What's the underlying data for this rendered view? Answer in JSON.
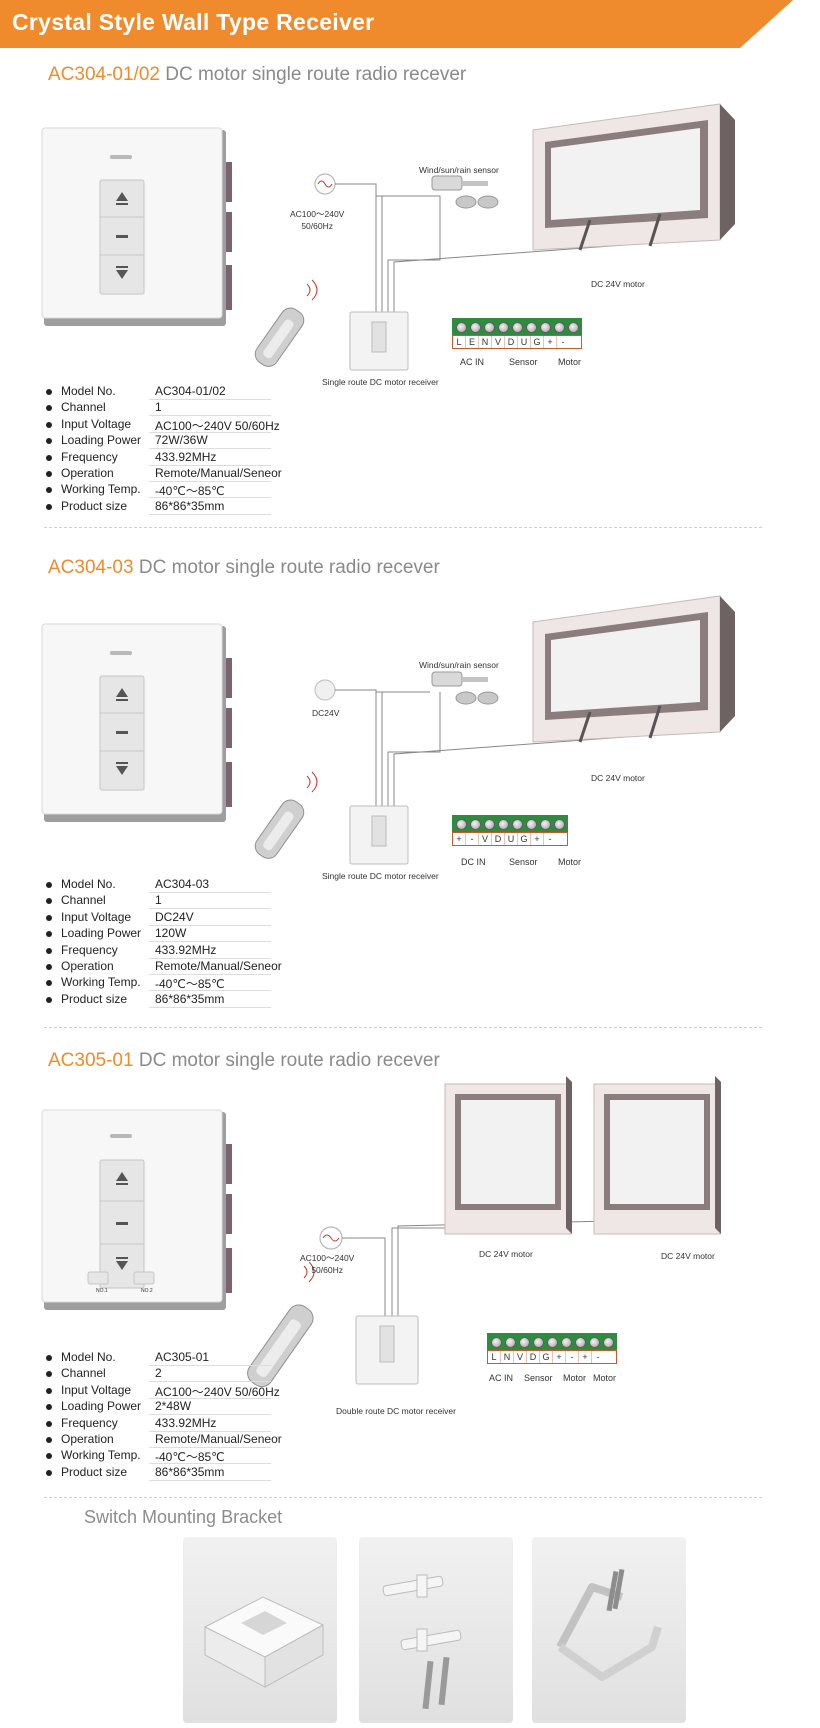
{
  "page_title": "Crystal Style Wall Type Receiver",
  "sections": [
    {
      "code": "AC304-01/02",
      "desc": "DC motor single route radio recever",
      "power_label_1": "AC100～240V",
      "power_label_2": "50/60Hz",
      "sensor_label": "Wind/sun/rain sensor",
      "motor_label": "DC 24V motor",
      "receiver_label": "Single route DC motor receiver",
      "terminals": [
        "L",
        "E",
        "N",
        "V",
        "D",
        "U",
        "G",
        "+",
        "-"
      ],
      "terminal_groups": [
        "AC IN",
        "Sensor",
        "Motor"
      ],
      "specs": [
        {
          "label": "Model No.",
          "value": "AC304-01/02"
        },
        {
          "label": "Channel",
          "value": "1"
        },
        {
          "label": "Input Voltage",
          "value": "AC100～240V 50/60Hz"
        },
        {
          "label": "Loading Power",
          "value": "72W/36W"
        },
        {
          "label": "Frequency",
          "value": "433.92MHz"
        },
        {
          "label": "Operation",
          "value": "Remote/Manual/Seneor"
        },
        {
          "label": "Working Temp.",
          "value": "-40℃～85℃"
        },
        {
          "label": "Product size",
          "value": "86*86*35mm"
        }
      ]
    },
    {
      "code": "AC304-03",
      "desc": "DC motor single route radio recever",
      "power_label_1": "DC24V",
      "sensor_label": "Wind/sun/rain sensor",
      "motor_label": "DC 24V motor",
      "receiver_label": "Single route DC motor receiver",
      "terminals": [
        "+",
        "-",
        "V",
        "D",
        "U",
        "G",
        "+",
        "-"
      ],
      "terminal_groups": [
        "DC IN",
        "Sensor",
        "Motor"
      ],
      "specs": [
        {
          "label": "Model No.",
          "value": "AC304-03"
        },
        {
          "label": "Channel",
          "value": "1"
        },
        {
          "label": "Input Voltage",
          "value": "DC24V"
        },
        {
          "label": "Loading Power",
          "value": "120W"
        },
        {
          "label": "Frequency",
          "value": "433.92MHz"
        },
        {
          "label": "Operation",
          "value": "Remote/Manual/Seneor"
        },
        {
          "label": "Working Temp.",
          "value": "-40℃～85℃"
        },
        {
          "label": "Product size",
          "value": "86*86*35mm"
        }
      ]
    },
    {
      "code": "AC305-01",
      "desc": "DC motor single route radio recever",
      "power_label_1": "AC100～240V",
      "power_label_2": "50/60Hz",
      "motor_label_1": "DC 24V motor",
      "motor_label_2": "DC 24V motor",
      "receiver_label": "Double route DC motor receiver",
      "switch_btn_1": "NO.1",
      "switch_btn_2": "NO.2",
      "terminals": [
        "L",
        "N",
        "V",
        "D",
        "G",
        "+",
        "-",
        "+",
        "-"
      ],
      "terminal_groups": [
        "AC IN",
        "Sensor",
        "Motor",
        "Motor"
      ],
      "specs": [
        {
          "label": "Model No.",
          "value": "AC305-01"
        },
        {
          "label": "Channel",
          "value": "2"
        },
        {
          "label": "Input Voltage",
          "value": "AC100～240V 50/60Hz"
        },
        {
          "label": "Loading Power",
          "value": "2*48W"
        },
        {
          "label": "Frequency",
          "value": "433.92MHz"
        },
        {
          "label": "Operation",
          "value": "Remote/Manual/Seneor"
        },
        {
          "label": "Working Temp.",
          "value": "-40℃～85℃"
        },
        {
          "label": "Product size",
          "value": "86*86*35mm"
        }
      ]
    }
  ],
  "bracket_title": "Switch Mounting Bracket",
  "colors": {
    "accent": "#ef8b2c",
    "banner": "#ef8b2c",
    "terminal_green": "#2e8b3f",
    "heading_gray": "#8a8a8a"
  }
}
